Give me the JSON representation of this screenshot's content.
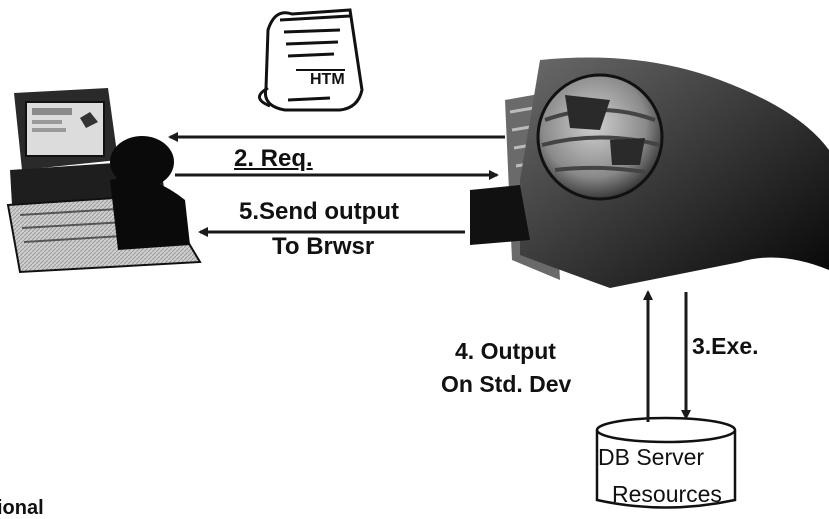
{
  "labels": {
    "request": "2. Req.",
    "send_output_line1": "5.Send output",
    "send_output_line2": "To Brwsr",
    "output_line1": "4. Output",
    "output_line2": "On Std. Dev",
    "execute": "3.Exe.",
    "db_line1": "DB Server",
    "db_line2": "Resources",
    "cut_off": "ional",
    "document_text": "HTM"
  },
  "icons": {
    "client": "computer-user-icon",
    "server": "web-server-icon",
    "document": "html-document-icon",
    "database": "database-cylinder-icon"
  },
  "colors": {
    "line": "#1a1a1a",
    "ink": "#111111",
    "background": "#ffffff"
  }
}
